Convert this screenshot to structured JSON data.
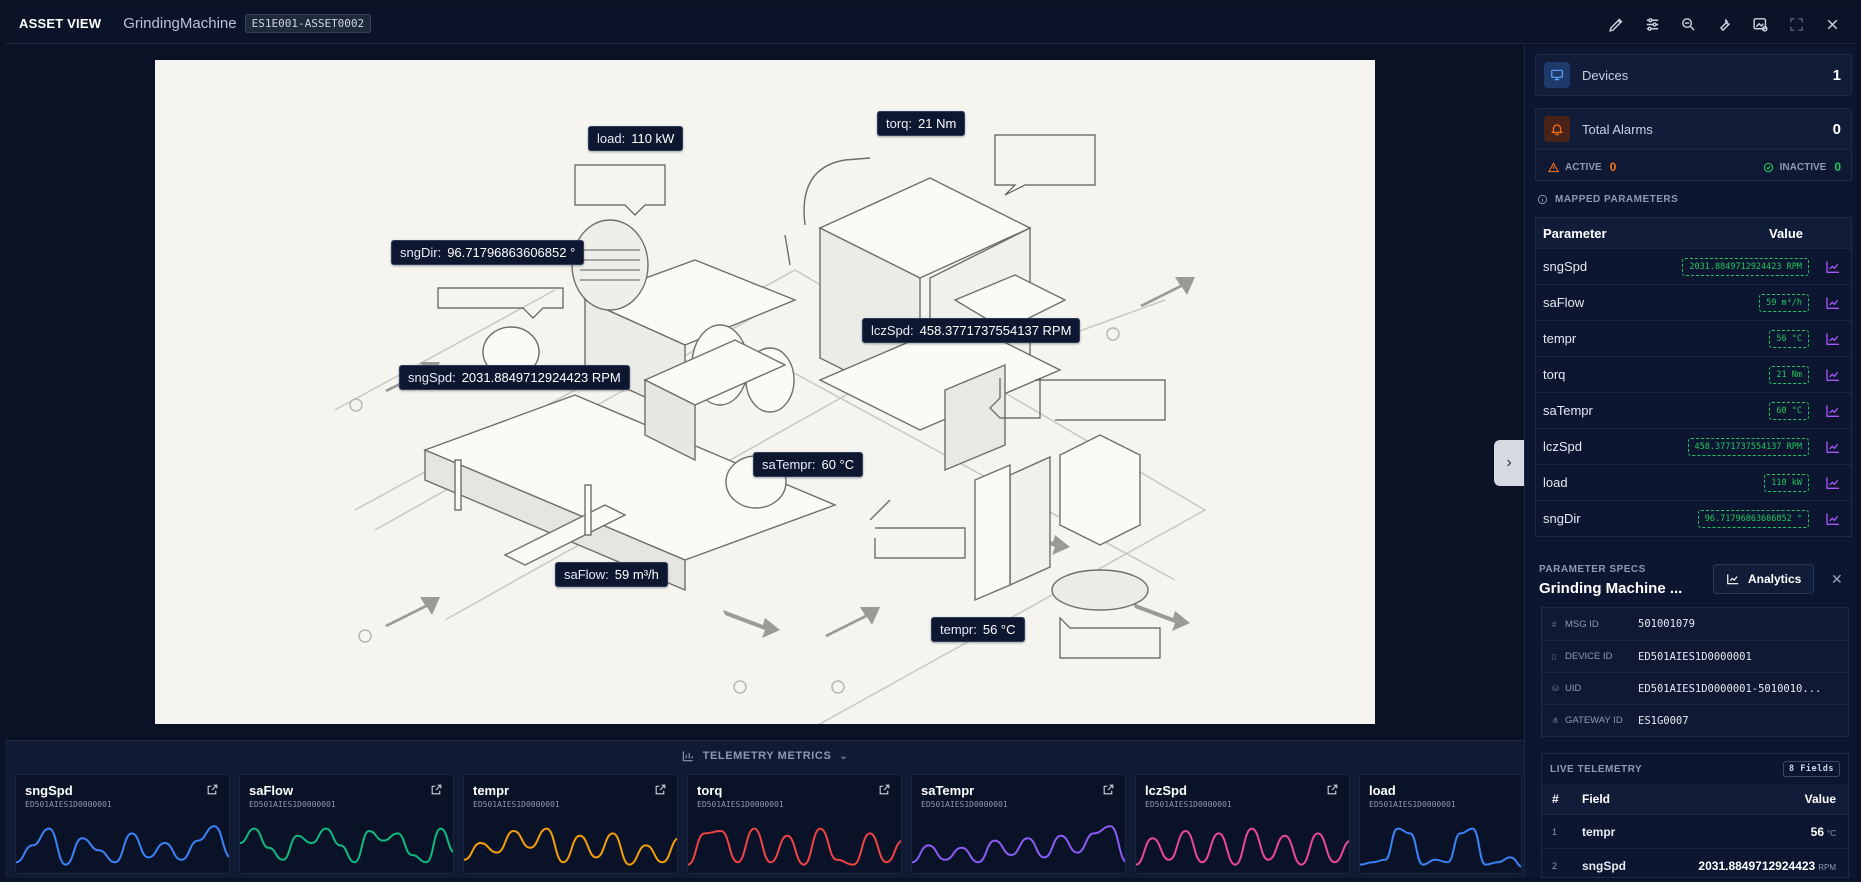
{
  "header": {
    "brand": "ASSET VIEW",
    "machine": "GrindingMachine",
    "asset_id": "ES1E001-ASSET0002"
  },
  "diagram_tags": [
    {
      "key": "load:",
      "value": "110 kW"
    },
    {
      "key": "torq:",
      "value": "21 Nm"
    },
    {
      "key": "sngDir:",
      "value": "96.71796863606852 °"
    },
    {
      "key": "lczSpd:",
      "value": "458.3771737554137 RPM"
    },
    {
      "key": "sngSpd:",
      "value": "2031.8849712924423 RPM"
    },
    {
      "key": "saTempr:",
      "value": "60 °C"
    },
    {
      "key": "saFlow:",
      "value": "59 m³/h"
    },
    {
      "key": "tempr:",
      "value": "56 °C"
    }
  ],
  "telemetry": {
    "title": "TELEMETRY METRICS",
    "cards": [
      {
        "name": "sngSpd",
        "device": "ED501AIES1D0000001",
        "color": "#3b82f6",
        "points": [
          0.9,
          0.55,
          0.2,
          0.95,
          0.4,
          0.65,
          0.9,
          0.3,
          0.8,
          0.5,
          0.85,
          0.45,
          0.15,
          0.8
        ]
      },
      {
        "name": "saFlow",
        "device": "ED501AIES1D0000001",
        "color": "#10b981",
        "points": [
          0.5,
          0.2,
          0.6,
          0.85,
          0.35,
          0.5,
          0.2,
          0.55,
          0.9,
          0.25,
          0.45,
          0.3,
          0.75,
          0.9,
          0.2,
          0.7
        ]
      },
      {
        "name": "tempr",
        "device": "ED501AIES1D0000001",
        "color": "#f59e0b",
        "points": [
          0.85,
          0.5,
          0.7,
          0.25,
          0.6,
          0.2,
          0.9,
          0.35,
          0.8,
          0.3,
          0.95,
          0.55,
          0.9,
          0.4
        ]
      },
      {
        "name": "torq",
        "device": "ED501AIES1D0000001",
        "color": "#ef4444",
        "points": [
          0.95,
          0.3,
          0.25,
          0.9,
          0.2,
          0.9,
          0.35,
          0.95,
          0.2,
          0.85,
          0.95,
          0.3,
          0.9,
          0.45
        ]
      },
      {
        "name": "saTempr",
        "device": "ED501AIES1D0000001",
        "color": "#8b5cf6",
        "points": [
          0.9,
          0.55,
          0.85,
          0.6,
          0.9,
          0.45,
          0.75,
          0.4,
          0.8,
          0.35,
          0.7,
          0.3,
          0.15,
          0.9
        ]
      },
      {
        "name": "lczSpd",
        "device": "ED501AIES1D0000001",
        "color": "#ec4899",
        "points": [
          0.95,
          0.4,
          0.85,
          0.25,
          0.9,
          0.3,
          0.95,
          0.2,
          0.85,
          0.35,
          0.95,
          0.3,
          0.9,
          0.45
        ]
      },
      {
        "name": "load",
        "device": "ED501AIES1D0000001",
        "color": "#3b82f6",
        "points": [
          0.95,
          0.9,
          0.85,
          0.2,
          0.3,
          0.95,
          0.85,
          0.9,
          0.3,
          0.2,
          0.95,
          0.9,
          0.8,
          1.0
        ]
      }
    ]
  },
  "stats": {
    "devices_label": "Devices",
    "devices_value": "1",
    "alarms_label": "Total Alarms",
    "alarms_value": "0",
    "active_label": "ACTIVE",
    "active_value": "0",
    "inactive_label": "INACTIVE",
    "inactive_value": "0"
  },
  "mapped": {
    "title": "MAPPED PARAMETERS",
    "col_param": "Parameter",
    "col_value": "Value",
    "rows": [
      {
        "name": "sngSpd",
        "value": "2031.8849712924423 RPM"
      },
      {
        "name": "saFlow",
        "value": "59 m³/h"
      },
      {
        "name": "tempr",
        "value": "56 °C"
      },
      {
        "name": "torq",
        "value": "21 Nm"
      },
      {
        "name": "saTempr",
        "value": "60 °C"
      },
      {
        "name": "lczSpd",
        "value": "458.3771737554137 RPM"
      },
      {
        "name": "load",
        "value": "110 kW"
      },
      {
        "name": "sngDir",
        "value": "96.71796863606852 °"
      }
    ]
  },
  "specs": {
    "title": "PARAMETER SPECS",
    "name": "Grinding Machine ...",
    "analytics_label": "Analytics",
    "rows": [
      {
        "key": "MSG ID",
        "value": "501001079"
      },
      {
        "key": "DEVICE ID",
        "value": "ED501AIES1D0000001"
      },
      {
        "key": "UID",
        "value": "ED501AIES1D0000001-5010010..."
      },
      {
        "key": "GATEWAY ID",
        "value": "ES1G0007"
      }
    ]
  },
  "live": {
    "title": "LIVE TELEMETRY",
    "badge": "8 Fields",
    "col_num": "#",
    "col_field": "Field",
    "col_value": "Value",
    "rows": [
      {
        "idx": "1",
        "field": "tempr",
        "value": "56",
        "unit": "°C"
      },
      {
        "idx": "2",
        "field": "sngSpd",
        "value": "2031.8849712924423",
        "unit": "RPM"
      }
    ]
  }
}
